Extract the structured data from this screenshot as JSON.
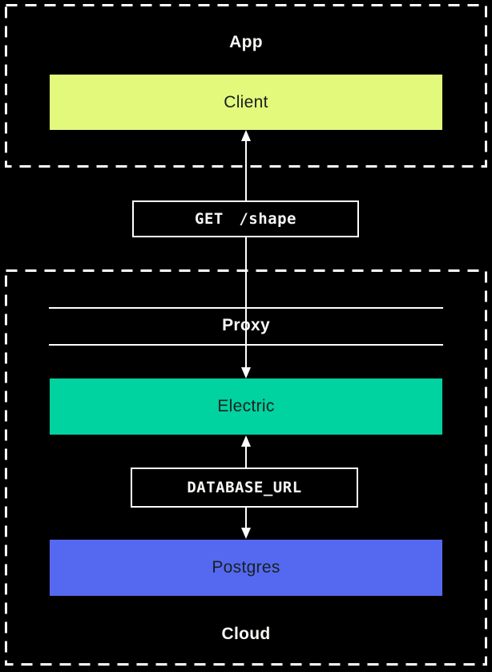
{
  "colors": {
    "background": "#000000",
    "border": "#ffffff",
    "text_light": "#f7f7f5",
    "text_dark": "#17211e",
    "client": "#e2f97c",
    "electric": "#00d2a0",
    "postgres": "#5569f0"
  },
  "containers": {
    "app": {
      "label": "App"
    },
    "cloud": {
      "label": "Cloud"
    }
  },
  "nodes": {
    "client": {
      "label": "Client"
    },
    "proxy": {
      "label": "Proxy"
    },
    "electric": {
      "label": "Electric"
    },
    "postgres": {
      "label": "Postgres"
    }
  },
  "edges": {
    "client_electric": {
      "method": "GET",
      "path": "/shape",
      "bidirectional": true
    },
    "electric_postgres": {
      "label": "DATABASE_URL",
      "bidirectional": true
    }
  }
}
